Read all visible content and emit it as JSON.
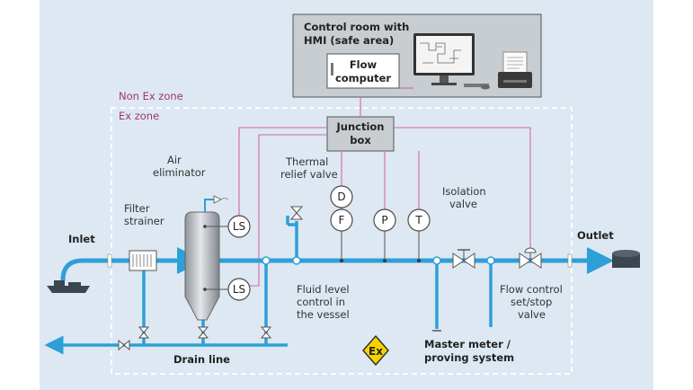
{
  "labels": {
    "control_room_line1": "Control room with",
    "control_room_line2": "HMI (safe area)",
    "flow_computer_line1": "Flow",
    "flow_computer_line2": "computer",
    "non_ex_zone": "Non Ex zone",
    "ex_zone": "Ex zone",
    "junction_box_line1": "Junction",
    "junction_box_line2": "box",
    "air_eliminator_line1": "Air",
    "air_eliminator_line2": "eliminator",
    "thermal_relief_line1": "Thermal",
    "thermal_relief_line2": "relief valve",
    "filter_strainer_line1": "Filter",
    "filter_strainer_line2": "strainer",
    "inlet": "Inlet",
    "outlet": "Outlet",
    "isolation_valve_line1": "Isolation",
    "isolation_valve_line2": "valve",
    "fluid_level_line1": "Fluid level",
    "fluid_level_line2": "control in",
    "fluid_level_line3": "the vessel",
    "flow_control_line1": "Flow control",
    "flow_control_line2": "set/stop",
    "flow_control_line3": "valve",
    "master_meter_line1": "Master meter /",
    "master_meter_line2": "proving system",
    "drain_line": "Drain line",
    "ex_symbol": "Ex"
  },
  "instruments": {
    "ls_top": "LS",
    "ls_bottom": "LS",
    "density": "D",
    "flow": "F",
    "pressure": "P",
    "temperature": "T"
  },
  "colors": {
    "background": "#dde8f2",
    "pipe": "#2e9fd8",
    "signal_line": "#d46aa6",
    "zone_text": "#a0346e",
    "ex_symbol_fill": "#f6d200"
  }
}
